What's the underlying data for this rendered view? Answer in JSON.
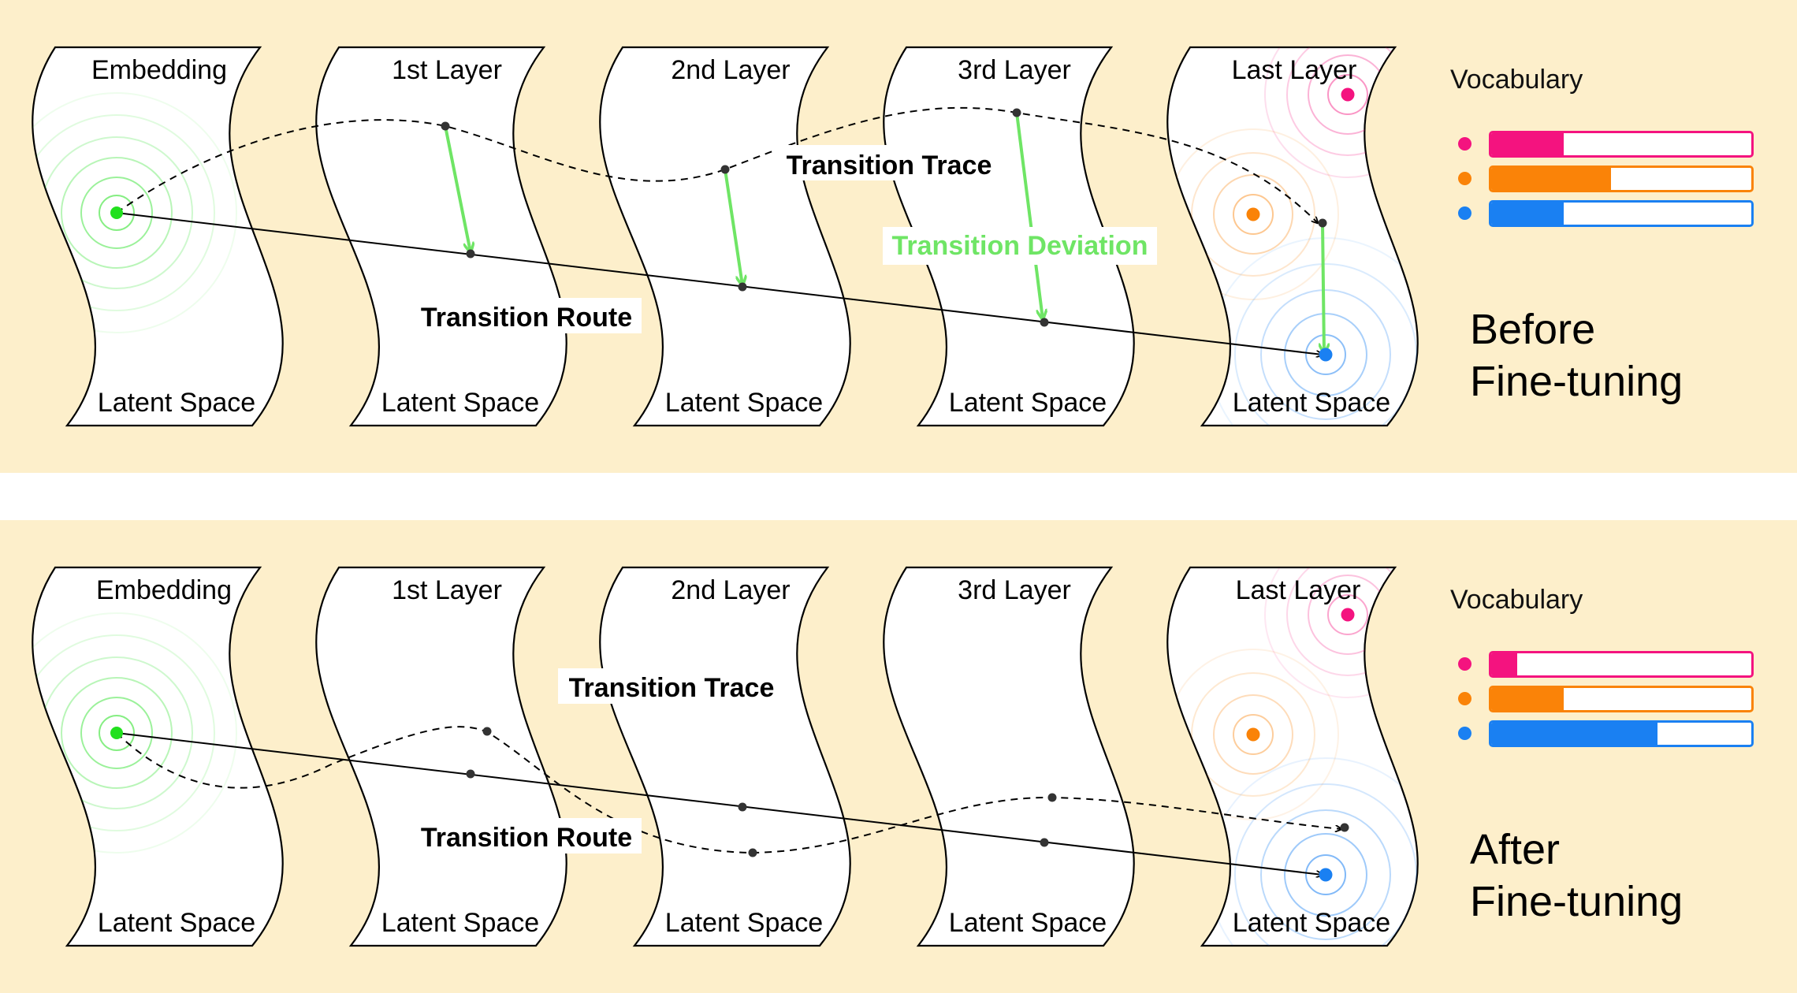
{
  "colors": {
    "background": "#fdefcb",
    "embedding_point": "#22e01e",
    "deviation": "#6fe565",
    "token_pink": "#f4137f",
    "token_orange": "#fa8308",
    "token_blue": "#1a80f2"
  },
  "panels": [
    {
      "id": "before",
      "stage_label_line1": "Before",
      "stage_label_line2": "Fine-tuning",
      "layers": [
        {
          "title": "Embedding",
          "latent": "Latent Space"
        },
        {
          "title": "1st Layer",
          "latent": "Latent Space"
        },
        {
          "title": "2nd Layer",
          "latent": "Latent Space"
        },
        {
          "title": "3rd Layer",
          "latent": "Latent Space"
        },
        {
          "title": "Last Layer",
          "latent": "Latent Space"
        }
      ],
      "trace_label": "Transition Trace",
      "route_label": "Transition Route",
      "deviation_label": "Transition Deviation",
      "vocabulary_title": "Vocabulary",
      "vocabulary": [
        {
          "color": "token_pink",
          "fraction": 0.28
        },
        {
          "color": "token_orange",
          "fraction": 0.46
        },
        {
          "color": "token_blue",
          "fraction": 0.28
        }
      ]
    },
    {
      "id": "after",
      "stage_label_line1": "After",
      "stage_label_line2": "Fine-tuning",
      "layers": [
        {
          "title": "Embedding",
          "latent": "Latent Space"
        },
        {
          "title": "1st Layer",
          "latent": "Latent Space"
        },
        {
          "title": "2nd Layer",
          "latent": "Latent Space"
        },
        {
          "title": "3rd Layer",
          "latent": "Latent Space"
        },
        {
          "title": "Last Layer",
          "latent": "Latent Space"
        }
      ],
      "trace_label": "Transition Trace",
      "route_label": "Transition Route",
      "vocabulary_title": "Vocabulary",
      "vocabulary": [
        {
          "color": "token_pink",
          "fraction": 0.1
        },
        {
          "color": "token_orange",
          "fraction": 0.28
        },
        {
          "color": "token_blue",
          "fraction": 0.64
        }
      ]
    }
  ]
}
